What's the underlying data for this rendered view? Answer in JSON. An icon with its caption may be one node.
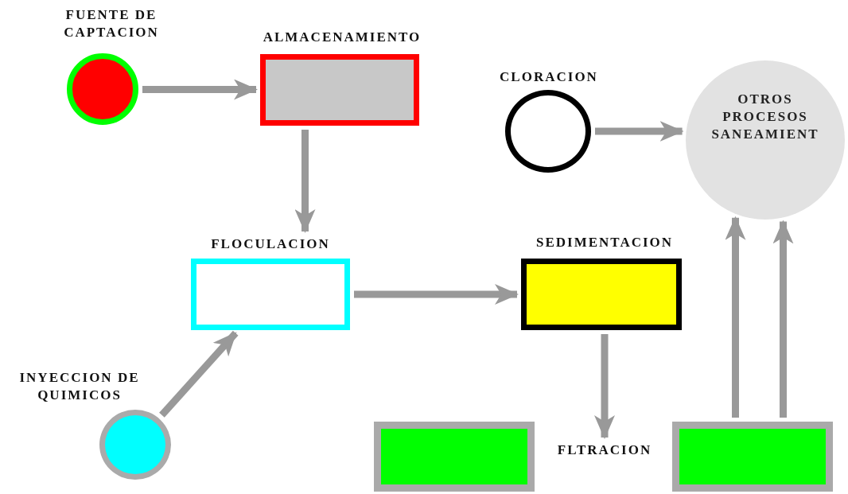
{
  "diagram": {
    "nodes": [
      {
        "text": [
          "FUENTE DE CAPTACION"
        ]
      },
      {
        "text": [
          "ALMACENAMIENTO"
        ]
      },
      {
        "text": [
          "CLORACION"
        ]
      },
      {
        "text": [
          "OTROS PROCESOS SANEAMIENT"
        ]
      },
      {
        "text": [
          "FLOCULACION"
        ]
      },
      {
        "text": [
          "SEDIMENTACION"
        ]
      },
      {
        "text": [
          "INYECCION DE QUIMICOS"
        ]
      },
      {
        "text": [],
        "shape": "box"
      },
      {
        "text": [
          "FLTRACION"
        ]
      },
      {
        "text": [],
        "shape": "box"
      }
    ],
    "edges": [
      {
        "from": 0,
        "to": 1,
        "arrow": "to"
      },
      {
        "from": 1,
        "to": 4,
        "arrow": "to"
      },
      {
        "from": 2,
        "to": 3,
        "arrow": "to"
      },
      {
        "from": 4,
        "to": 5,
        "arrow": "to"
      },
      {
        "from": 6,
        "to": 4,
        "arrow": "to"
      },
      {
        "from": 5,
        "to": 8,
        "arrow": "to"
      },
      {
        "from": 9,
        "to": 3,
        "arrow": "to"
      },
      {
        "from": 9,
        "to": 3,
        "arrow": "to"
      }
    ]
  }
}
